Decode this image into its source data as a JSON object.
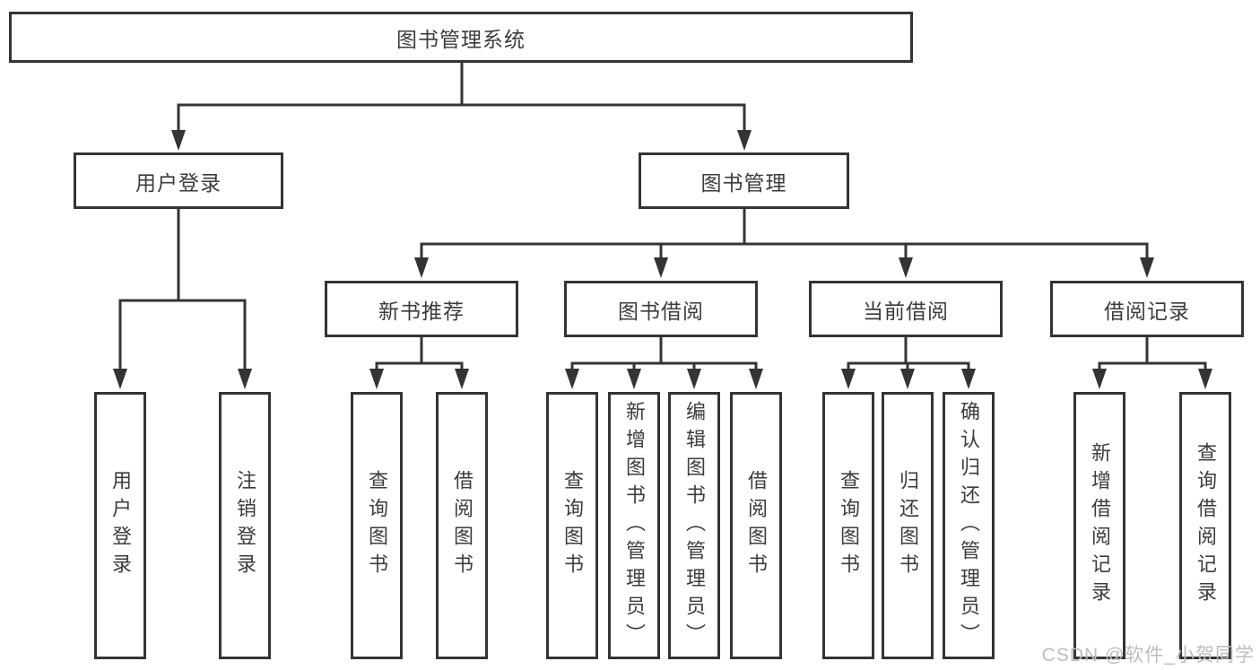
{
  "diagram_type": "hierarchy-tree",
  "watermark": "CSDN @软件_小贺同学",
  "colors": {
    "line": "#343434",
    "box_border": "#343434",
    "text": "#3c3c3c",
    "watermark": "#bdbdbd",
    "background": "#ffffff"
  },
  "tree": {
    "label": "图书管理系统",
    "children": [
      {
        "label": "用户登录",
        "children": [
          {
            "label": "用户登录"
          },
          {
            "label": "注销登录"
          }
        ]
      },
      {
        "label": "图书管理",
        "children": [
          {
            "label": "新书推荐",
            "children": [
              {
                "label": "查询图书"
              },
              {
                "label": "借阅图书"
              }
            ]
          },
          {
            "label": "图书借阅",
            "children": [
              {
                "label": "查询图书"
              },
              {
                "label": "新增图书（管理员）"
              },
              {
                "label": "编辑图书（管理员）"
              },
              {
                "label": "借阅图书"
              }
            ]
          },
          {
            "label": "当前借阅",
            "children": [
              {
                "label": "查询图书"
              },
              {
                "label": "归还图书"
              },
              {
                "label": "确认归还（管理员）"
              }
            ]
          },
          {
            "label": "借阅记录",
            "children": [
              {
                "label": "新增借阅记录"
              },
              {
                "label": "查询借阅记录"
              }
            ]
          }
        ]
      }
    ]
  }
}
